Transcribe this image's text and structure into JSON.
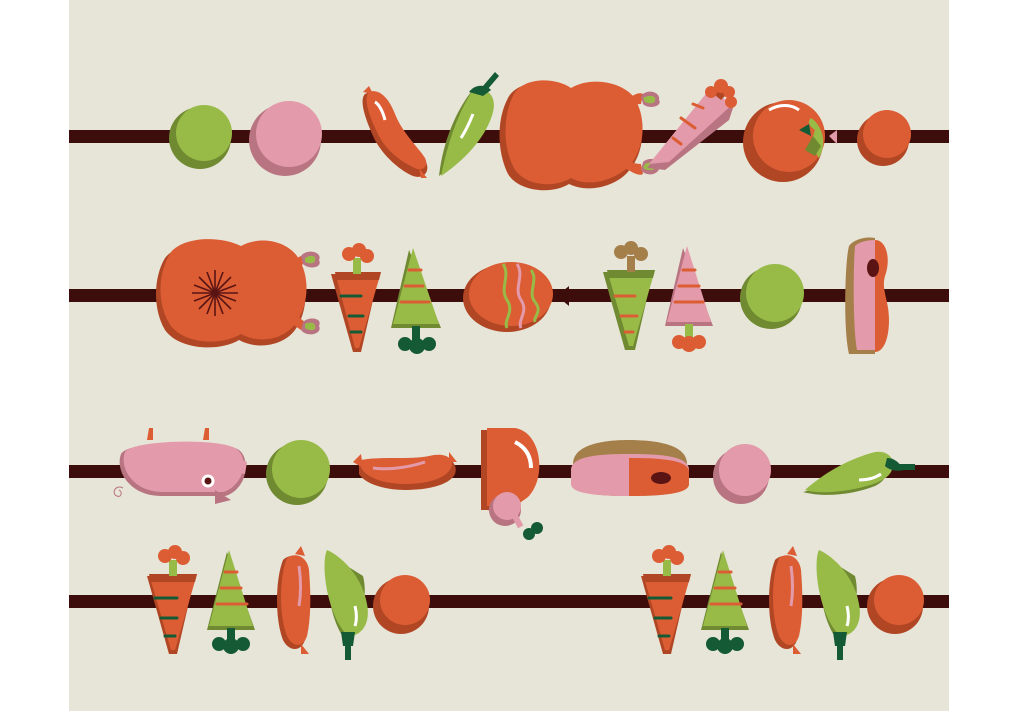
{
  "palette": {
    "background": "#e7e4d8",
    "page": "#ffffff",
    "skewer": "#3d0d0b",
    "green": "#98bb48",
    "green_dark": "#6f8a30",
    "pink": "#e39aaa",
    "pink_dark": "#b97482",
    "orange": "#dc5d33",
    "orange_dark": "#b14624",
    "bark": "#a57f4a",
    "dark_green": "#145a35",
    "maroon": "#5a1414",
    "white": "#ffffff"
  },
  "rows": [
    {
      "name": "skewer-1",
      "items": [
        "green-ball",
        "pink-ball",
        "sausage",
        "green-pepper",
        "roast-chicken",
        "pink-carrot",
        "tomato",
        "orange-ball"
      ]
    },
    {
      "name": "skewer-2",
      "items": [
        "roast-chicken",
        "carrot",
        "green-broccoli",
        "easter-egg",
        "green-carrot",
        "pink-broccoli",
        "green-ball",
        "ham-slice"
      ]
    },
    {
      "name": "skewer-3",
      "items": [
        "pig",
        "green-ball",
        "sausage",
        "ham-leg",
        "steak",
        "pink-ball",
        "green-pepper"
      ]
    },
    {
      "name": "skewer-4",
      "items": [
        "carrot",
        "green-broccoli",
        "sausage",
        "green-pepper",
        "orange-ball",
        "carrot",
        "green-broccoli",
        "sausage",
        "green-pepper",
        "orange-ball"
      ]
    }
  ]
}
